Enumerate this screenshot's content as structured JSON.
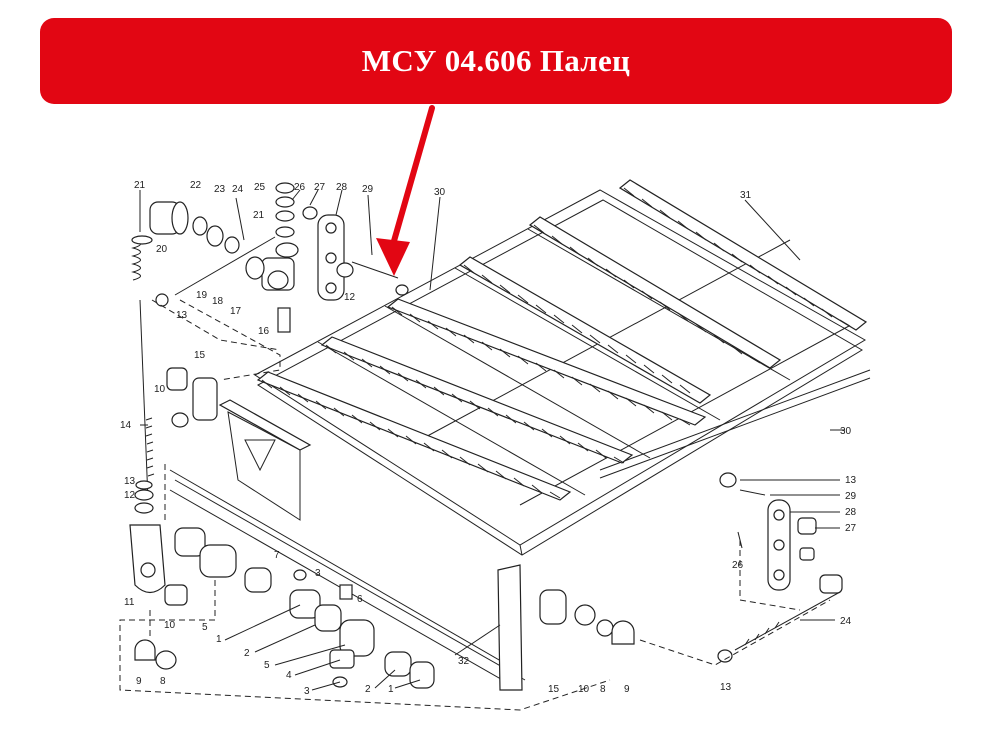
{
  "banner": {
    "title": "МСУ 04.606 Палец",
    "color": "#e20613"
  },
  "arrow": {
    "color": "#e20613"
  },
  "callouts": {
    "c21a": "21",
    "c22": "22",
    "c23": "23",
    "c24a": "24",
    "c25": "25",
    "c26a": "26",
    "c27a": "27",
    "c28a": "28",
    "c29a": "29",
    "c30a": "30",
    "c31": "31",
    "c20": "20",
    "c21b": "21",
    "c19": "19",
    "c18": "18",
    "c17": "17",
    "c16": "16",
    "c12a": "12",
    "c13a": "13",
    "c15a": "15",
    "c10a": "10",
    "c14": "14",
    "c13b": "13",
    "c12b": "12",
    "c11": "11",
    "c10b": "10",
    "c9a": "9",
    "c8a": "8",
    "c5a": "5",
    "c7": "7",
    "c3a": "3",
    "c6": "6",
    "c1a": "1",
    "c2a": "2",
    "c5b": "5",
    "c4": "4",
    "c3b": "3",
    "c2b": "2",
    "c1b": "1",
    "c32": "32",
    "c15b": "15",
    "c10c": "10",
    "c8b": "8",
    "c9b": "9",
    "c13c": "13",
    "c13d": "13",
    "c29b": "29",
    "c28b": "28",
    "c27b": "27",
    "c26b": "26",
    "c24b": "24",
    "c30b": "30"
  }
}
